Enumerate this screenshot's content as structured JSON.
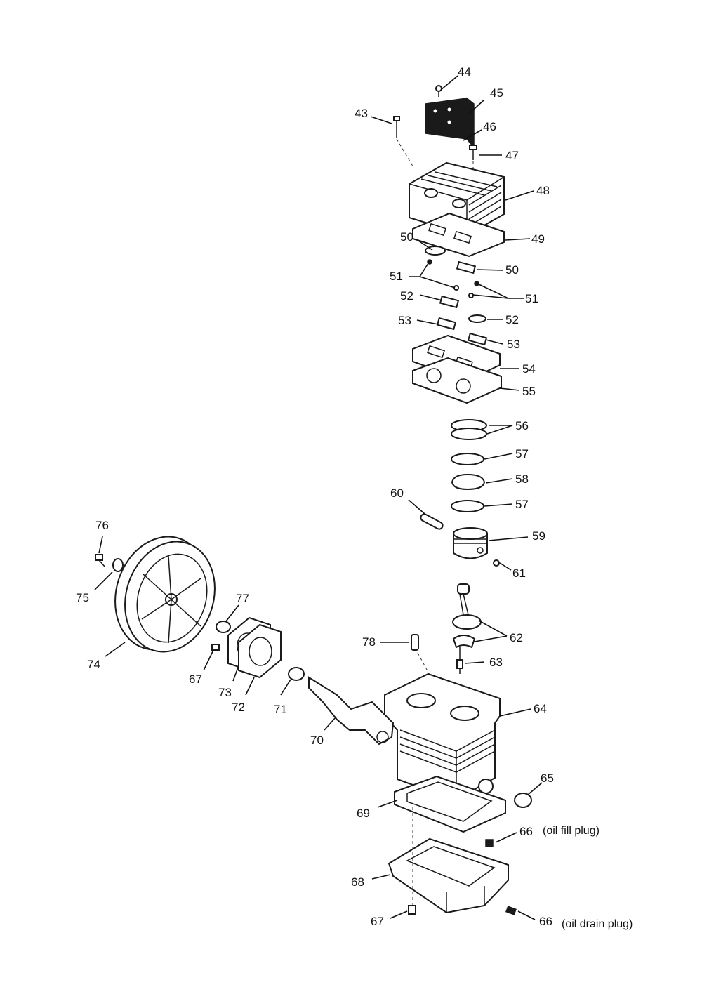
{
  "diagram": {
    "labels": [
      {
        "id": "l44",
        "text": "44"
      },
      {
        "id": "l45",
        "text": "45"
      },
      {
        "id": "l43",
        "text": "43"
      },
      {
        "id": "l46",
        "text": "46"
      },
      {
        "id": "l47",
        "text": "47"
      },
      {
        "id": "l48",
        "text": "48"
      },
      {
        "id": "l49",
        "text": "49"
      },
      {
        "id": "l50a",
        "text": "50"
      },
      {
        "id": "l50b",
        "text": "50"
      },
      {
        "id": "l51a",
        "text": "51"
      },
      {
        "id": "l51b",
        "text": "51"
      },
      {
        "id": "l52a",
        "text": "52"
      },
      {
        "id": "l52b",
        "text": "52"
      },
      {
        "id": "l53a",
        "text": "53"
      },
      {
        "id": "l53b",
        "text": "53"
      },
      {
        "id": "l54",
        "text": "54"
      },
      {
        "id": "l55",
        "text": "55"
      },
      {
        "id": "l56",
        "text": "56"
      },
      {
        "id": "l57a",
        "text": "57"
      },
      {
        "id": "l58",
        "text": "58"
      },
      {
        "id": "l57b",
        "text": "57"
      },
      {
        "id": "l60",
        "text": "60"
      },
      {
        "id": "l59",
        "text": "59"
      },
      {
        "id": "l61",
        "text": "61"
      },
      {
        "id": "l76",
        "text": "76"
      },
      {
        "id": "l75",
        "text": "75"
      },
      {
        "id": "l77",
        "text": "77"
      },
      {
        "id": "l74",
        "text": "74"
      },
      {
        "id": "l67a",
        "text": "67"
      },
      {
        "id": "l73",
        "text": "73"
      },
      {
        "id": "l72",
        "text": "72"
      },
      {
        "id": "l71",
        "text": "71"
      },
      {
        "id": "l70",
        "text": "70"
      },
      {
        "id": "l78",
        "text": "78"
      },
      {
        "id": "l62",
        "text": "62"
      },
      {
        "id": "l63",
        "text": "63"
      },
      {
        "id": "l64",
        "text": "64"
      },
      {
        "id": "l65",
        "text": "65"
      },
      {
        "id": "l69",
        "text": "69"
      },
      {
        "id": "l66a",
        "text": "66"
      },
      {
        "id": "l68",
        "text": "68"
      },
      {
        "id": "l67b",
        "text": "67"
      },
      {
        "id": "l66b",
        "text": "66"
      }
    ],
    "notes": {
      "oil_fill": "(oil fill plug)",
      "oil_drain": "(oil drain plug)"
    }
  }
}
